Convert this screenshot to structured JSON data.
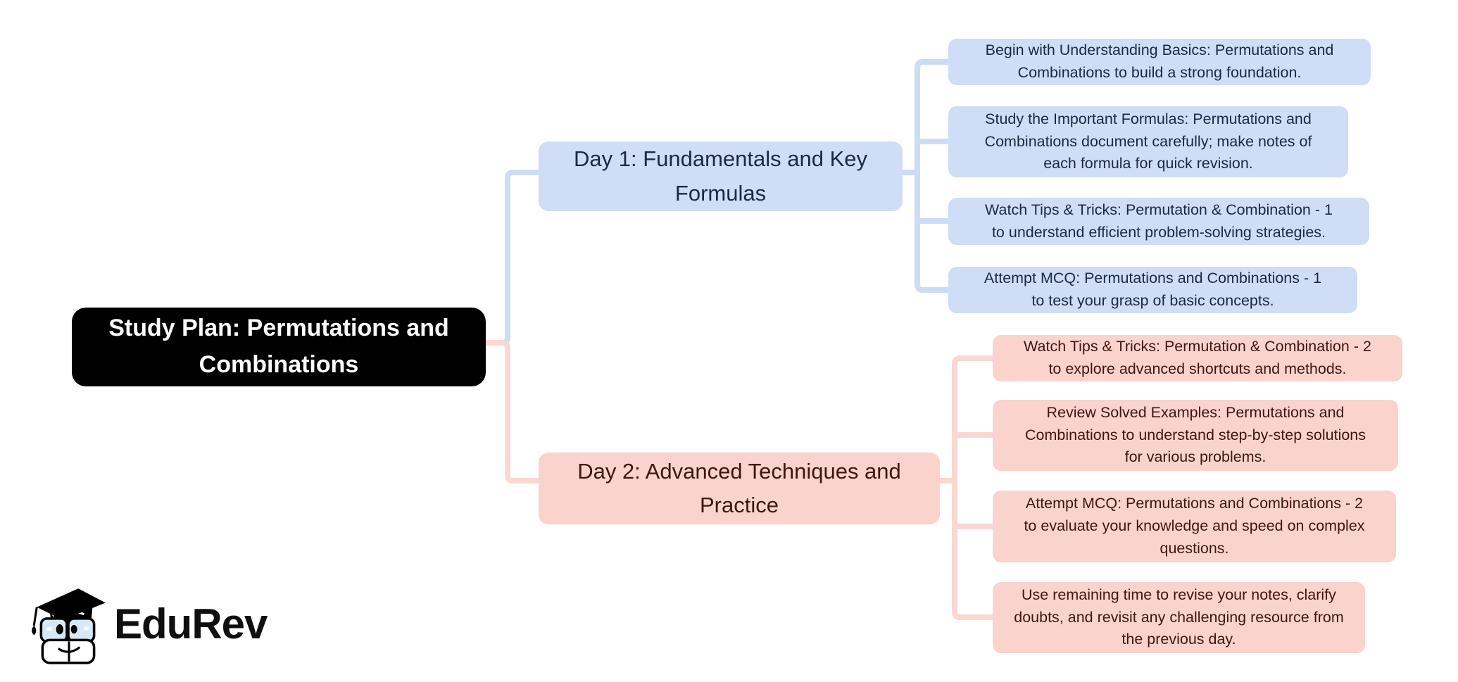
{
  "canvas": {
    "background": "#ffffff"
  },
  "colors": {
    "root_fill": "#000000",
    "root_text": "#ffffff",
    "day1_fill": "#cfddf6",
    "day1_text": "#1b2a41",
    "day1_connector": "#cddcf5",
    "day2_fill": "#f9d3cc",
    "day2_text": "#431512",
    "day2_connector": "#f9d8d1"
  },
  "mindmap": {
    "root": {
      "label": "Study Plan: Permutations and\nCombinations"
    },
    "branches": [
      {
        "label": "Day 1: Fundamentals and Key\nFormulas",
        "children": [
          {
            "text": "Begin with Understanding Basics: Permutations and\nCombinations to build a strong foundation."
          },
          {
            "text": "Study the Important Formulas: Permutations and\nCombinations document carefully; make notes of\neach formula for quick revision."
          },
          {
            "text": "Watch Tips & Tricks: Permutation & Combination - 1\nto understand efficient problem-solving strategies."
          },
          {
            "text": "Attempt MCQ: Permutations and Combinations - 1\nto test your grasp of basic concepts."
          }
        ]
      },
      {
        "label": "Day 2: Advanced Techniques and\nPractice",
        "children": [
          {
            "text": "Watch Tips & Tricks: Permutation & Combination - 2\nto explore advanced shortcuts and methods."
          },
          {
            "text": "Review Solved Examples: Permutations and\nCombinations to understand step-by-step solutions\nfor various problems."
          },
          {
            "text": "Attempt MCQ: Permutations and Combinations - 2\nto evaluate your knowledge and speed on complex\nquestions."
          },
          {
            "text": "Use remaining time to revise your notes, clarify\ndoubts, and revisit any challenging resource from\nthe previous day."
          }
        ]
      }
    ]
  },
  "logo": {
    "brand": "EduRev"
  }
}
